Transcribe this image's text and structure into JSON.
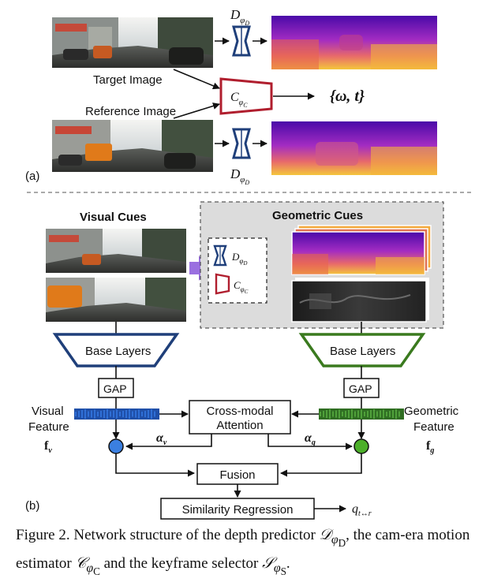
{
  "panel_a": {
    "label": "(a)",
    "target_image_label": "Target Image",
    "reference_image_label": "Reference Image",
    "depth_predictor_symbol": "D",
    "depth_predictor_sub": "φ",
    "depth_predictor_subsub": "D",
    "motion_estimator_symbol": "C",
    "motion_estimator_sub": "φ",
    "motion_estimator_subsub": "C",
    "output": "{ω, t}"
  },
  "panel_b": {
    "label": "(b)",
    "visual_cues_title": "Visual Cues",
    "geometric_cues_title": "Geometric Cues",
    "base_layers_left": "Base Layers",
    "base_layers_right": "Base Layers",
    "gap_left": "GAP",
    "gap_right": "GAP",
    "cross_modal_line1": "Cross-modal",
    "cross_modal_line2": "Attention",
    "visual_feature_line1": "Visual",
    "visual_feature_line2": "Feature",
    "visual_feature_symbol": "f",
    "visual_feature_sub": "v",
    "geometric_feature_line1": "Geometric",
    "geometric_feature_line2": "Feature",
    "geometric_feature_symbol": "f",
    "geometric_feature_sub": "g",
    "alpha_v": "α",
    "alpha_v_sub": "v",
    "alpha_g": "α",
    "alpha_g_sub": "g",
    "fusion": "Fusion",
    "similarity_regression": "Similarity Regression",
    "output_symbol": "q",
    "output_sub": "t↔r"
  },
  "caption": {
    "part1": "Figure 2. Network structure of the depth predictor ",
    "d_symbol": "𝒟",
    "d_sub": "φ",
    "d_subsub": "D",
    "part2": ", the cam-era motion estimator ",
    "c_symbol": "𝒞",
    "c_sub": "φ",
    "c_subsub": "C",
    "part3": " and the keyframe selector ",
    "s_symbol": "𝒮",
    "s_sub": "φ",
    "s_subsub": "S",
    "part4": "."
  },
  "colors": {
    "blue": "#1f3f7a",
    "dark_red": "#b01e2e",
    "green": "#3a7a1e",
    "visual_feature": "#2f6fd6",
    "geometric_feature": "#4fa03a",
    "arrow_purple": "#9a6fe0",
    "dot_blue": "#3b7fe0",
    "dot_green": "#4caf2a",
    "geo_panel_bg": "#dcdcdc"
  }
}
